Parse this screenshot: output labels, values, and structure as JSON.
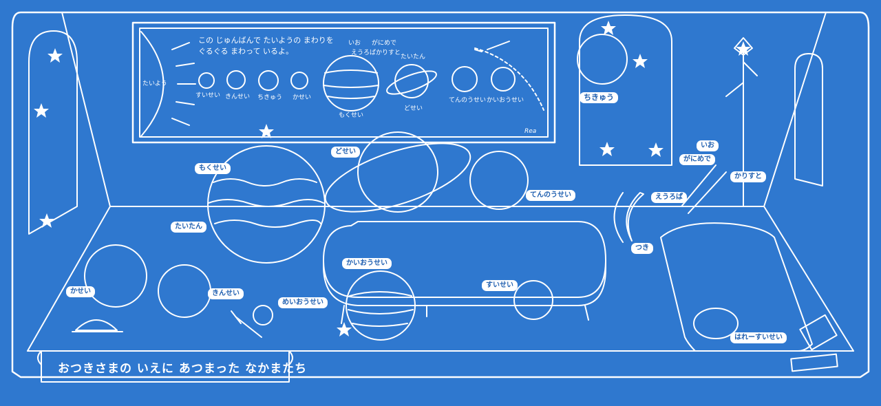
{
  "palette": {
    "background": "#2f78cf",
    "line": "#ffffff",
    "tag_text": "#1f5fb0"
  },
  "chart": {
    "caption_line1": "この じゅんばんで たいようの まわりを",
    "caption_line2": "ぐるぐる まわって いるよ。",
    "sun": "たいよう",
    "planets": [
      "すいせい",
      "きんせい",
      "ちきゅう",
      "かせい",
      "もくせい",
      "どせい",
      "てんのうせい",
      "かいおうせい"
    ],
    "moons": [
      "いお",
      "がにめで",
      "えうろぱ",
      "かりすと"
    ],
    "titan": "たいたん",
    "signature": "Rea"
  },
  "labels": {
    "earth": "ちきゅう",
    "jupiter": "もくせい",
    "saturn": "どせい",
    "uranus": "てんのうせい",
    "neptune": "かいおうせい",
    "mercury": "すいせい",
    "venus": "きんせい",
    "mars": "かせい",
    "titan": "たいたん",
    "meiousei": "めいおうせい",
    "moon": "つき",
    "io": "いお",
    "ganymede": "がにめで",
    "callisto": "かりすと",
    "europa": "えうろぱ",
    "comet": "はれーすいせい"
  },
  "banner": {
    "title": "おつきさまの いえに あつまった なかまたち"
  },
  "icons": [
    "star-icon",
    "planet-icon",
    "comet-icon",
    "tile-grid-icon",
    "hat-icon",
    "guitar-icon",
    "pipe-icon",
    "turtle-icon",
    "clock-icon",
    "book-icon"
  ]
}
